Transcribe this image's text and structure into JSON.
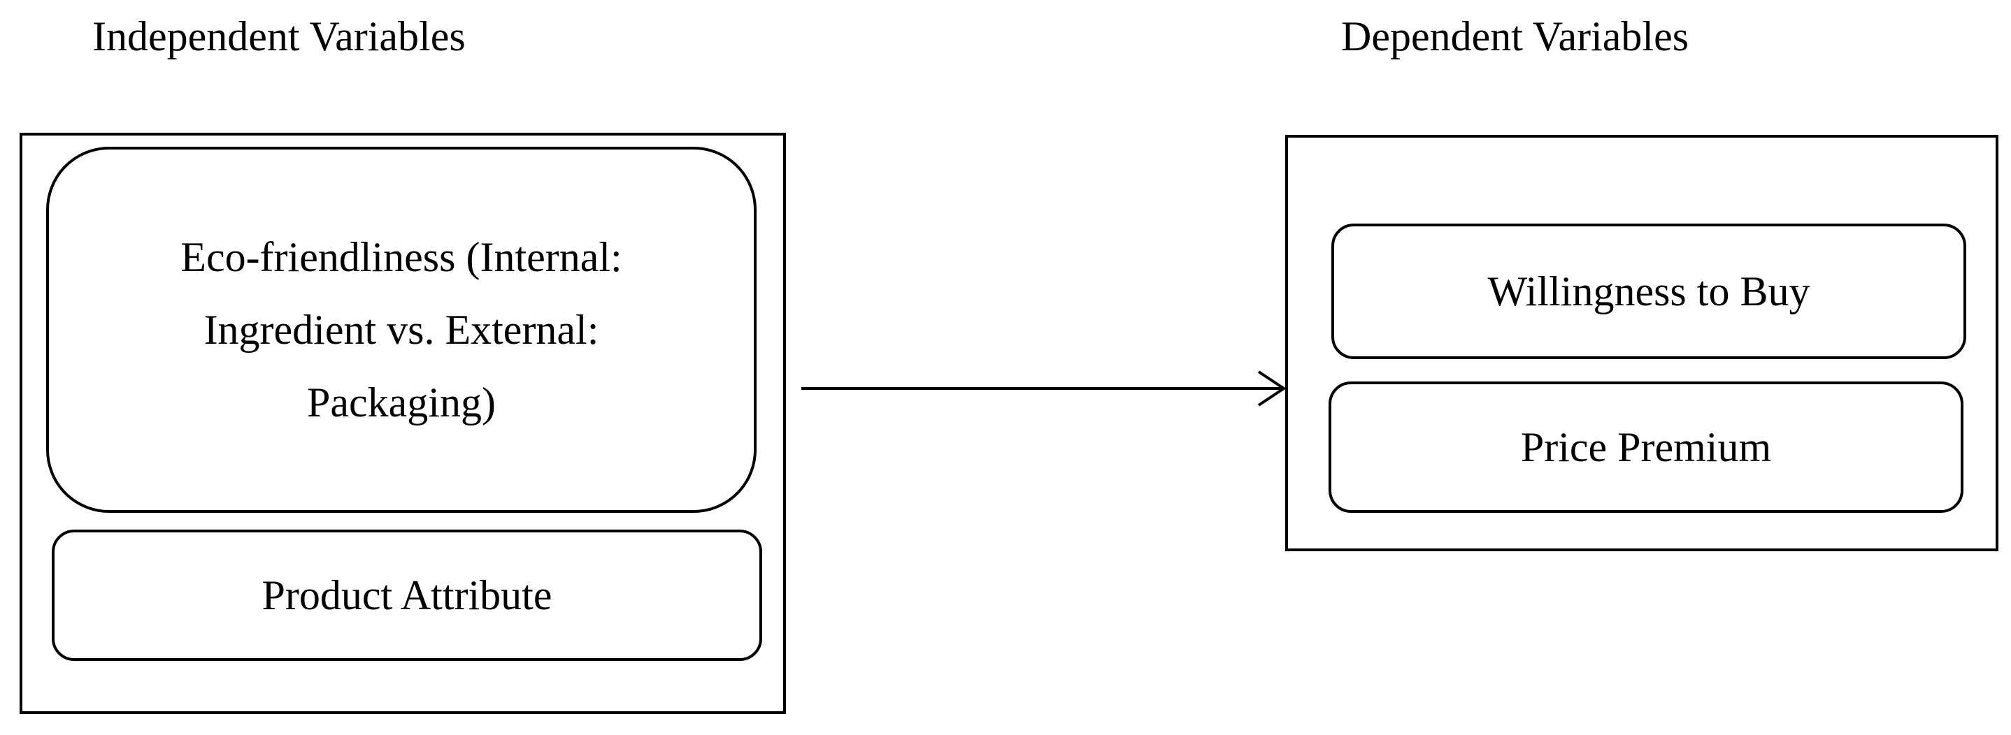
{
  "headings": {
    "independent": "Independent Variables",
    "dependent": "Dependent Variables"
  },
  "independent": {
    "eco_lines": [
      "Eco-friendliness (Internal:",
      "Ingredient vs. External:",
      "Packaging)"
    ],
    "attribute": "Product Attribute"
  },
  "dependent": {
    "willingness": "Willingness to Buy",
    "price": "Price Premium"
  },
  "colors": {
    "stroke": "#000000",
    "background": "#ffffff"
  }
}
